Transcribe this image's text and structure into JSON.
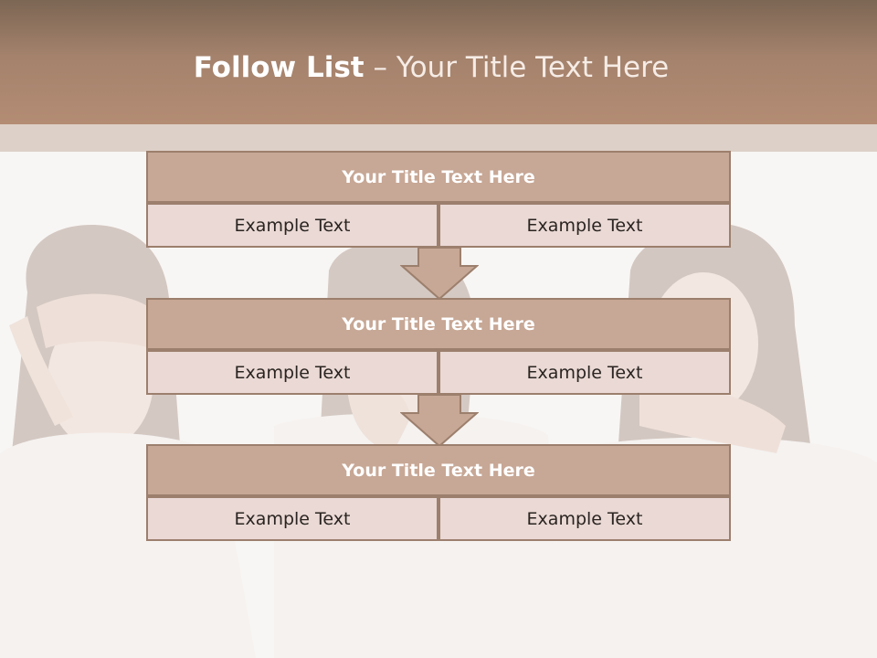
{
  "slide": {
    "title_bold": "Follow List",
    "title_rest": " – Your Title Text Here"
  },
  "blocks": [
    {
      "title": "Your Title Text Here",
      "left": "Example Text",
      "right": "Example Text"
    },
    {
      "title": "Your Title Text Here",
      "left": "Example Text",
      "right": "Example Text"
    },
    {
      "title": "Your Title Text Here",
      "left": "Example Text",
      "right": "Example Text"
    }
  ],
  "colors": {
    "header": "#a4826c",
    "block_title_fill": "#c7a795",
    "cell_fill": "#ead9d5",
    "border": "#9c7f6d"
  }
}
